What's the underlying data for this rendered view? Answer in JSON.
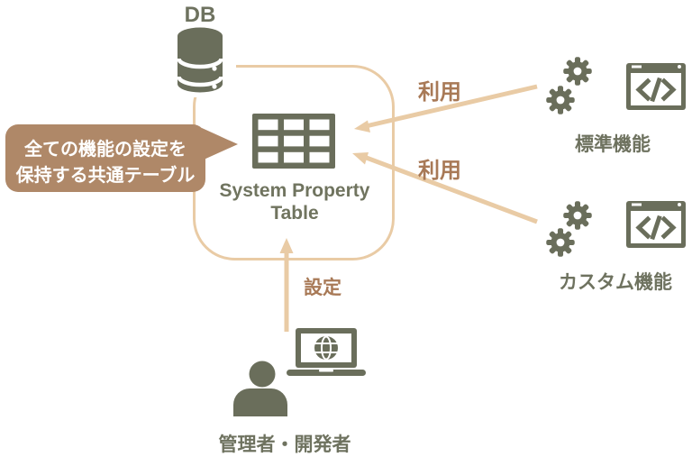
{
  "colors": {
    "icon_olive": "#6A6E5B",
    "text_olive": "#6E725F",
    "arrow_tan": "#E9CBA5",
    "bubble_brown": "#AF8868",
    "label_brown": "#A87956",
    "background": "#FFFFFF"
  },
  "db": {
    "label": "DB"
  },
  "callout": {
    "line1": "全ての機能の設定を",
    "line2": "保持する共通テーブル"
  },
  "table": {
    "label": "System Property Table"
  },
  "arrows": {
    "use_top_label": "利用",
    "use_bottom_label": "利用",
    "configure_label": "設定"
  },
  "standard_feature": {
    "label": "標準機能"
  },
  "custom_feature": {
    "label": "カスタム機能"
  },
  "actor": {
    "label": "管理者・開発者"
  }
}
